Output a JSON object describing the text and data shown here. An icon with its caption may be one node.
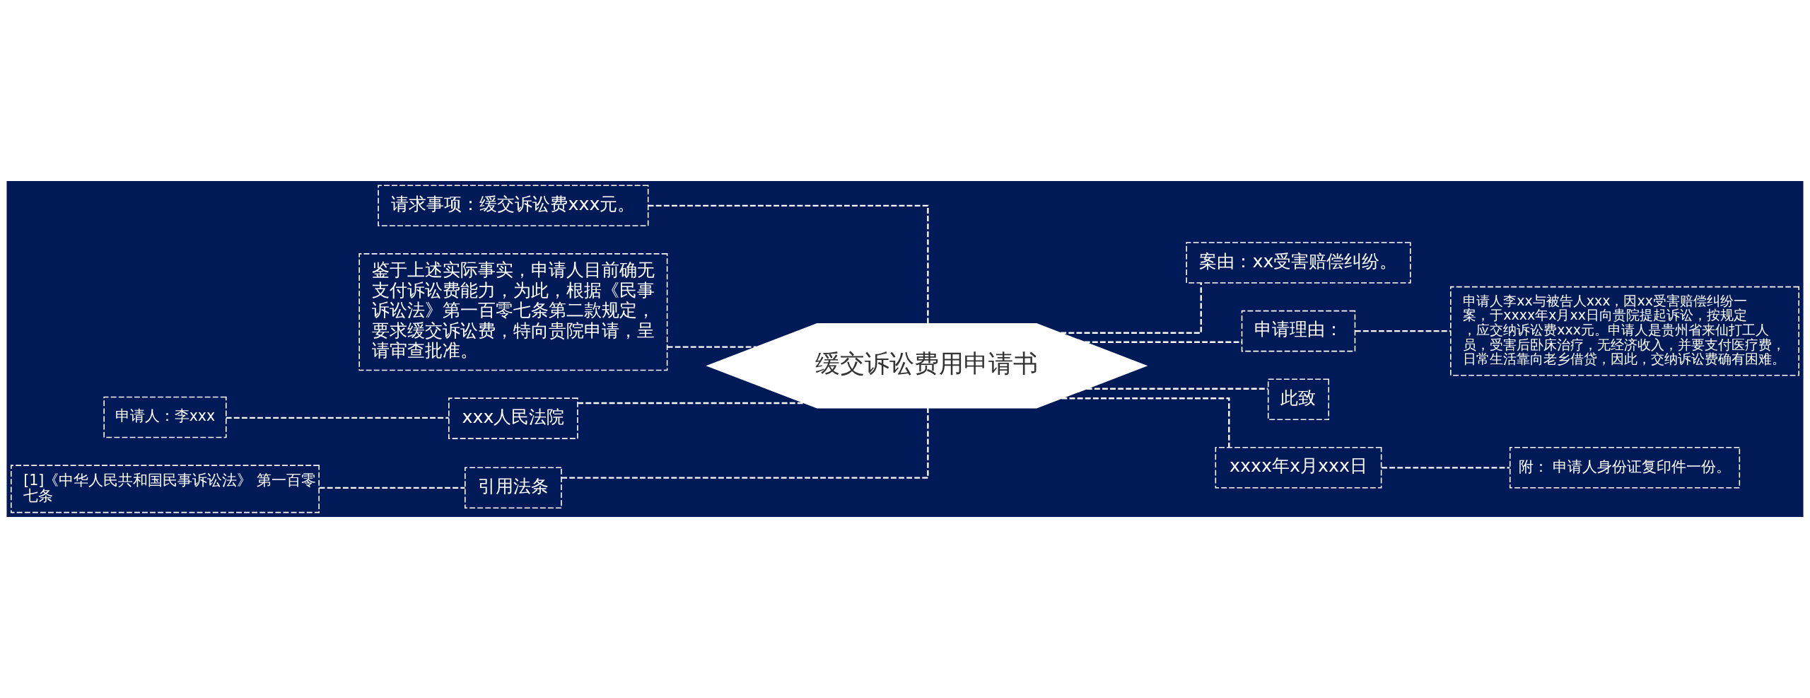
{
  "diagram": {
    "nodes": [
      {
        "text": [
          "缓交诉讼费用申请书"
        ]
      },
      {
        "text": [
          "案由：xx受害赔偿纠纷。"
        ]
      },
      {
        "text": [
          "申请理由："
        ]
      },
      {
        "text": [
          "申请人李xx与被告人xxx，因xx受害赔偿纠纷一案，于xxxx年x月xx日向贵院提起诉讼，按规定，应交纳诉讼费xxx元。申请人是贵州省来仙打工人员，受害后卧床治疗，无经济收入，并要支付医疗费，日常生活靠向老乡借贷，因此，交纳诉讼费确有困难。"
        ]
      },
      {
        "text": [
          "此致"
        ]
      },
      {
        "text": [
          "xxxx年x月xxx日"
        ]
      },
      {
        "text": [
          "附： 申请人身份证复印件一份。"
        ]
      },
      {
        "text": [
          "请求事项：缓交诉讼费xxx元。"
        ]
      },
      {
        "text": [
          "鉴于上述实际事实，申请人目前确无支付诉讼费能力，为此，根据《民事诉讼法》第一百零七条第二款规定，要求缓交诉讼费，特向贵院申请，呈请审查批准。"
        ]
      },
      {
        "text": [
          "xxx人民法院"
        ]
      },
      {
        "text": [
          "申请人：李xxx"
        ]
      },
      {
        "text": [
          "引用法条"
        ]
      },
      {
        "text": [
          "[1]《中华人民共和国民事诉讼法》 第一百零七条"
        ]
      }
    ],
    "edges": [
      {
        "from": 0,
        "to": 1,
        "arrow": "none",
        "style": "dashed"
      },
      {
        "from": 0,
        "to": 2,
        "arrow": "none",
        "style": "dashed"
      },
      {
        "from": 2,
        "to": 3,
        "arrow": "none",
        "style": "dashed"
      },
      {
        "from": 0,
        "to": 4,
        "arrow": "none",
        "style": "dashed"
      },
      {
        "from": 0,
        "to": 5,
        "arrow": "none",
        "style": "dashed"
      },
      {
        "from": 5,
        "to": 6,
        "arrow": "none",
        "style": "dashed"
      },
      {
        "from": 0,
        "to": 7,
        "arrow": "none",
        "style": "dashed"
      },
      {
        "from": 0,
        "to": 8,
        "arrow": "none",
        "style": "dashed"
      },
      {
        "from": 0,
        "to": 9,
        "arrow": "none",
        "style": "dashed"
      },
      {
        "from": 9,
        "to": 10,
        "arrow": "none",
        "style": "dashed"
      },
      {
        "from": 0,
        "to": 11,
        "arrow": "none",
        "style": "dashed"
      },
      {
        "from": 11,
        "to": 12,
        "arrow": "none",
        "style": "dashed"
      }
    ]
  }
}
